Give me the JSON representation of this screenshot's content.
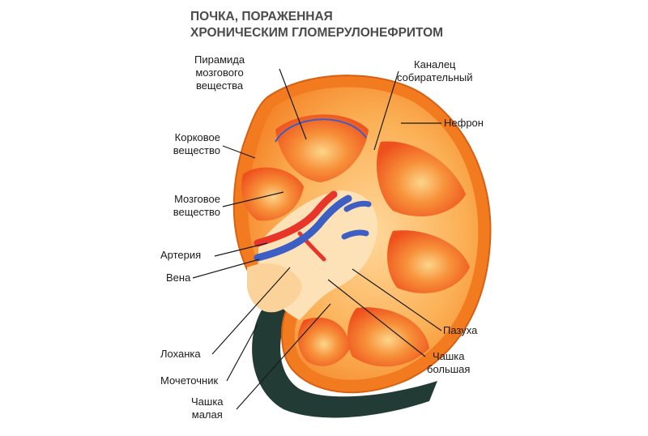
{
  "title": {
    "line1": "ПОЧКА, ПОРАЖЕННАЯ",
    "line2": "ХРОНИЧЕСКИМ ГЛОМЕРУЛОНЕФРИТОМ"
  },
  "labels": {
    "pyramid": {
      "line1": "Пирамида",
      "line2": "мозгового",
      "line3": "вещества"
    },
    "collecting_duct": {
      "line1": "Каналец",
      "line2": "собирательный"
    },
    "nephron": "Нефрон",
    "cortex": {
      "line1": "Корковое",
      "line2": "вещество"
    },
    "medulla": {
      "line1": "Мозговое",
      "line2": "вещество"
    },
    "artery": "Артерия",
    "vein": "Вена",
    "pelvis": "Лоханка",
    "ureter": "Мочеточник",
    "minor_calyx": {
      "line1": "Чашка",
      "line2": "малая"
    },
    "sinus": "Пазуха",
    "major_calyx": {
      "line1": "Чашка",
      "line2": "большая"
    }
  },
  "colors": {
    "capsule": "#f27a1f",
    "cortex": "#f8a13a",
    "pyramid": "#f05a1e",
    "sinus_fat": "#fde2b8",
    "artery": "#e8352a",
    "vein": "#3d5fc4",
    "ureter": "#223b35"
  }
}
